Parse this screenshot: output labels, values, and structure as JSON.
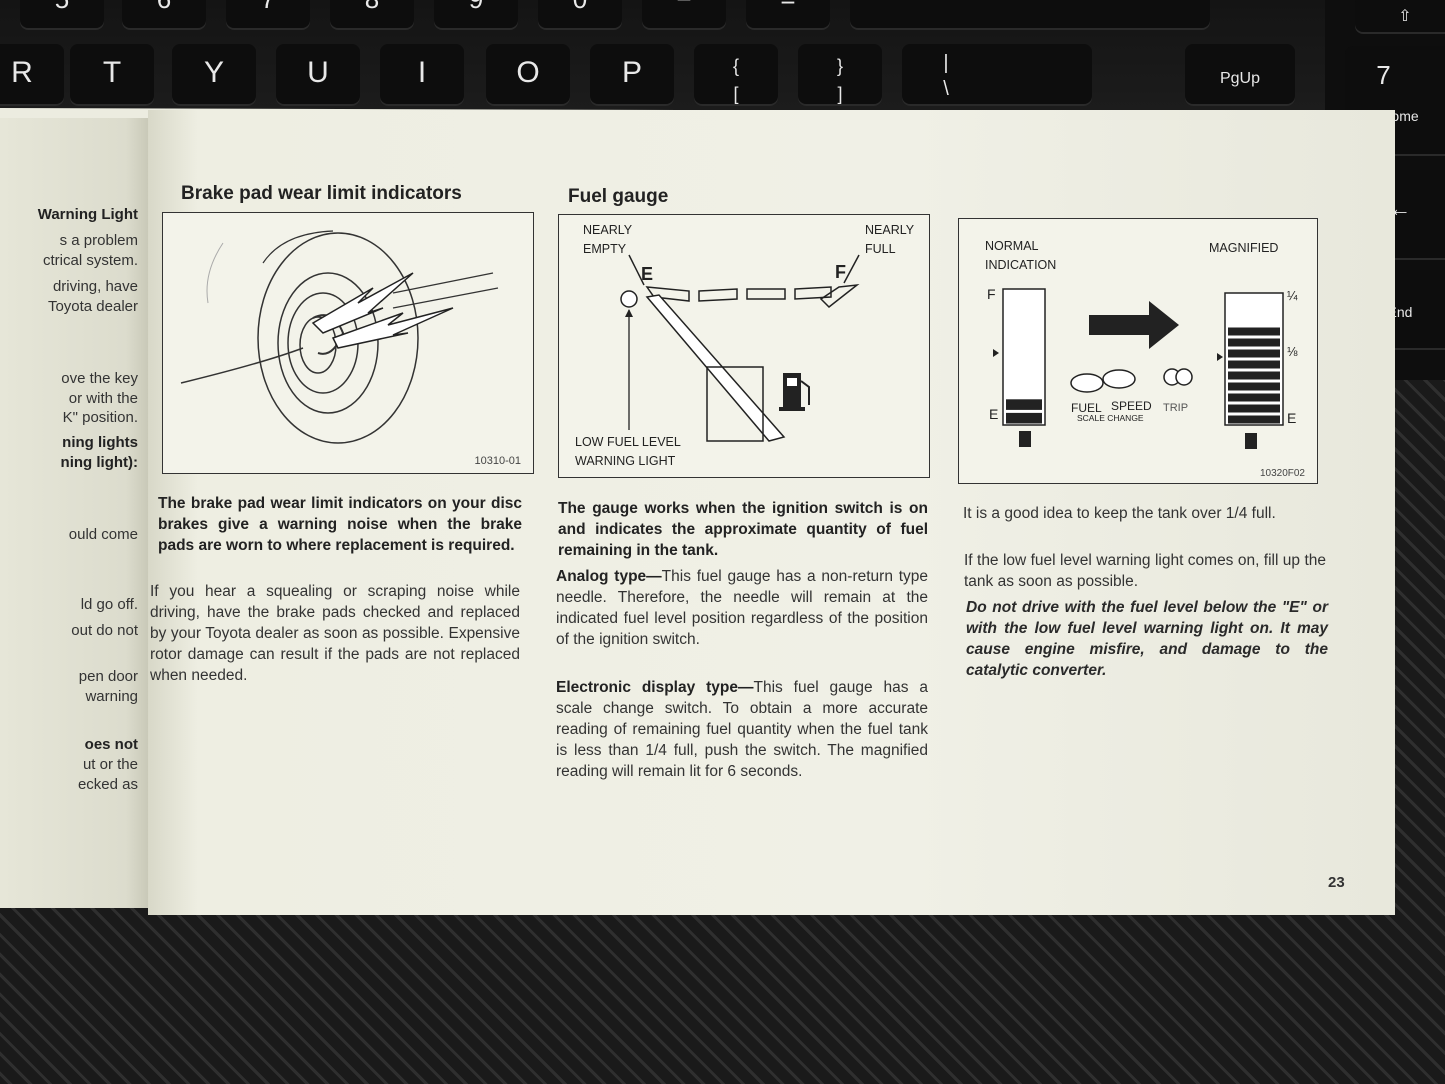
{
  "keyboard": {
    "top_row": [
      "5",
      "6",
      "7",
      "8",
      "9",
      "0",
      "−",
      "="
    ],
    "letter_row": [
      "R",
      "T",
      "Y",
      "U",
      "I",
      "O",
      "P",
      "{",
      "}",
      "|"
    ],
    "bracket_row": [
      "[",
      "]",
      "\\"
    ],
    "right_keys": {
      "pgup": "PgUp",
      "seven": "7",
      "home": "Home",
      "end": "End",
      "up_arrow": "⇧",
      "left_arrow": "←"
    }
  },
  "left_page": {
    "lines": [
      {
        "text": "Warning Light",
        "bold": true
      },
      {
        "text": "s a problem",
        "bold": false
      },
      {
        "text": "ctrical system.",
        "bold": false
      },
      {
        "text": "driving, have",
        "bold": false
      },
      {
        "text": "Toyota dealer",
        "bold": false
      },
      {
        "text": "ove the key",
        "bold": false
      },
      {
        "text": "or with the",
        "bold": false
      },
      {
        "text": "K\" position.",
        "bold": false
      },
      {
        "text": "ning lights",
        "bold": true
      },
      {
        "text": "ning light):",
        "bold": true
      },
      {
        "text": "ould come",
        "bold": false
      },
      {
        "text": "ld go off.",
        "bold": false
      },
      {
        "text": "out do not",
        "bold": false
      },
      {
        "text": "pen door",
        "bold": false
      },
      {
        "text": "warning",
        "bold": false
      },
      {
        "text": "oes not",
        "bold": true
      },
      {
        "text": "ut or the",
        "bold": false
      },
      {
        "text": "ecked as",
        "bold": false
      }
    ]
  },
  "brake": {
    "title": "Brake pad wear limit indicators",
    "figure_code": "10310-01",
    "bold_paragraph": "The brake pad wear limit indicators on your disc brakes give a warning noise when the brake pads are worn to where replacement is required.",
    "paragraph": "If you hear a squealing or scraping noise while driving, have the brake pads checked and replaced by your Toyota dealer as soon as possible. Expensive rotor damage can result if the pads are not replaced when needed."
  },
  "fuel": {
    "title": "Fuel gauge",
    "labels": {
      "nearly_empty": "NEARLY\nEMPTY",
      "nearly_full": "NEARLY\nFULL",
      "e": "E",
      "f": "F",
      "low_fuel": "LOW FUEL LEVEL\nWARNING LIGHT"
    },
    "bold_paragraph": "The gauge works when the ignition switch is on and indicates the approximate quantity of fuel remaining in the tank.",
    "analog_head": "Analog type—",
    "analog_text": "This fuel gauge has a non-return type needle. Therefore, the needle will remain at the indicated fuel level position regardless of the position of the ignition switch.",
    "electronic_head": "Electronic display type—",
    "electronic_text": "This fuel gauge has a scale change switch. To obtain a more accurate reading of remaining fuel quantity when the fuel tank is less than 1/4 full, push the switch. The magnified reading will remain lit for 6 seconds."
  },
  "display": {
    "labels": {
      "normal": "NORMAL\nINDICATION",
      "magnified": "MAGNIFIED",
      "f": "F",
      "e": "E",
      "e2": "E",
      "quarter": "¼",
      "eighth": "⅛",
      "fuel": "FUEL",
      "speed": "SPEED",
      "scale_change": "SCALE CHANGE",
      "trip": "TRIP"
    },
    "figure_code": "10320F02",
    "normal_level": 0.2,
    "magnified_level": 0.75,
    "para1": "It is a good idea to keep the tank over 1/4 full.",
    "para2": "If the low fuel level warning light comes on, fill up the tank as soon as possible.",
    "para3": "Do not drive with the fuel level below the \"E\" or with the low fuel level warning light on. It may cause engine misfire, and damage to the catalytic converter."
  },
  "page_number": "23"
}
